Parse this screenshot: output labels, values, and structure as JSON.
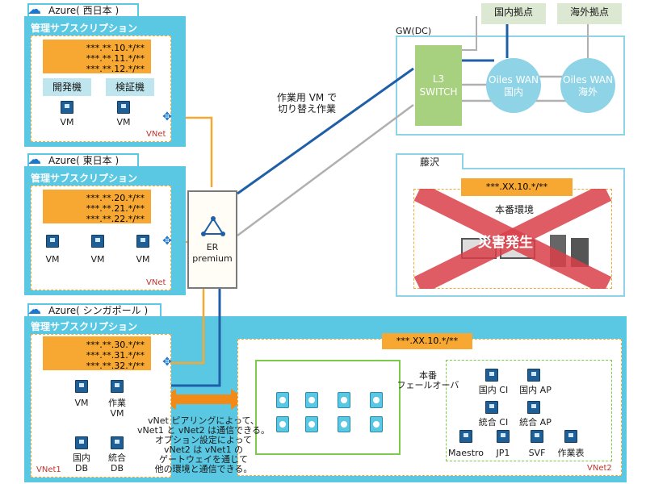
{
  "regions": {
    "west": {
      "title": "Azure( 西日本 )",
      "subscription": "管理サブスクリプション",
      "ip_ranges": [
        "***.**.10.*/**",
        "***.**.11.*/**",
        "***.**.12.*/**"
      ],
      "env_buttons": [
        "開発機",
        "検証機"
      ],
      "vms": [
        "VM",
        "VM"
      ],
      "vnet": "VNet"
    },
    "east": {
      "title": "Azure( 東日本 )",
      "subscription": "管理サブスクリプション",
      "ip_ranges": [
        "***.**.20.*/**",
        "***.**.21.*/**",
        "***.**.22.*/**"
      ],
      "vms": [
        "VM",
        "VM",
        "VM"
      ],
      "vnet": "VNet"
    },
    "singapore": {
      "title": "Azure( シンガポール )",
      "subscription": "管理サブスクリプション",
      "ip_ranges": [
        "***.**.30.*/**",
        "***.**.31.*/**",
        "***.**.32.*/**"
      ],
      "vms": [
        "VM",
        "作業\nVM"
      ],
      "dbs": [
        "国内\nDB",
        "統合\nDB"
      ],
      "vnet1": "VNet1",
      "vnet2": "VNet2",
      "vnet2_ip": "***.XX.10.*/**",
      "vnet2_vms": [
        "国内 CI",
        "国内 AP",
        "統合 CI",
        "統合 AP",
        "Maestro",
        "JP1",
        "SVF",
        "作業表"
      ]
    }
  },
  "er": {
    "label": "ER\npremium"
  },
  "gw": {
    "title": "GW(DC)",
    "l3": "L3\nSWITCH",
    "wan_domestic": "Oiles WAN\n国内",
    "wan_overseas": "Oiles WAN\n海外",
    "site_domestic": "国内拠点",
    "site_overseas": "海外拠点"
  },
  "switch_note": "作業用 VM で\n切り替え作業",
  "fujisawa": {
    "title": "藤沢",
    "ip": "***.XX.10.*/**",
    "env": "本番環境",
    "disaster": "災害発生"
  },
  "failover": "本番\nフェールオーバ",
  "peering_note": "vNet ピアリングによって、\nvNet1 と vNet2 は通信できる。\nオプション設定によって\nvNet2 は vNet1 の\nゲートウェイを通じて\n他の環境と通信できる。",
  "colors": {
    "azure": "#5ac8e3",
    "orange": "#f7a833",
    "blue_line": "#1f5fa8",
    "gray_line": "#b0b0b0",
    "red_x": "#d9404a",
    "green": "#7dcb4b"
  }
}
